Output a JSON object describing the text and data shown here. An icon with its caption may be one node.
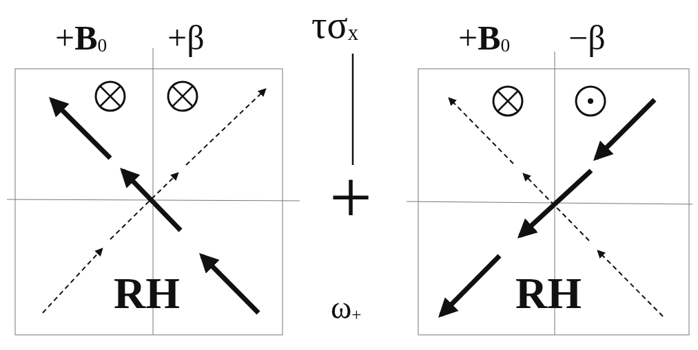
{
  "diagram": {
    "labels": [
      "+**B**$_{0}$",
      "+β",
      "τσ$_{x}$",
      "+**B**$_{0}$",
      "−β",
      "RH",
      "+",
      "RH",
      "ω$_{+}$"
    ]
  }
}
